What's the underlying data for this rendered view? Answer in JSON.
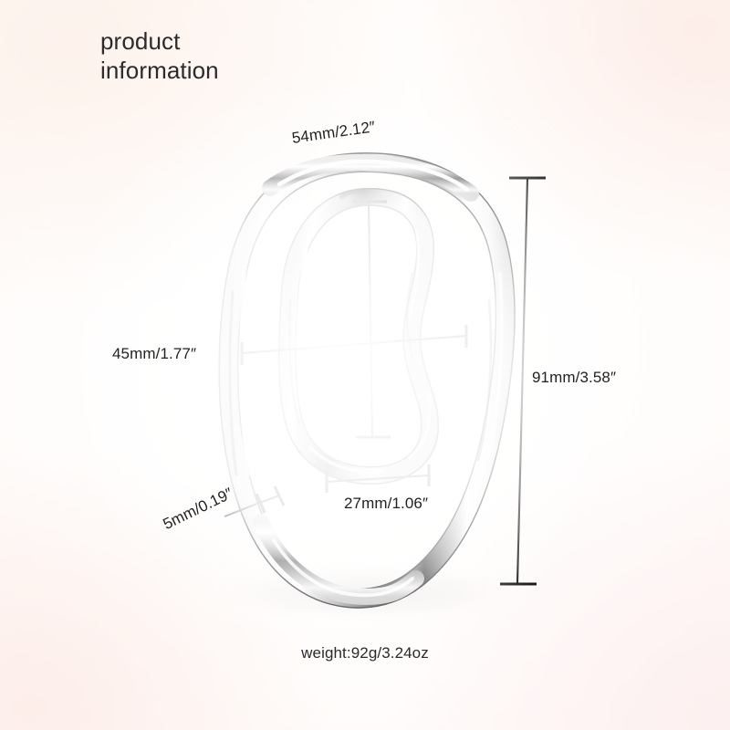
{
  "page": {
    "title_line1": "product",
    "title_line2": "information",
    "title_text": "product\ninformation",
    "background_color": "#fffdfc",
    "corner_tint_color": "#fdf0ec",
    "text_color": "#2a2a2a"
  },
  "product": {
    "type": "metal-ring",
    "finish": "polished stainless steel",
    "highlight_color": "#ffffff",
    "shadow_color": "#1c1c1c",
    "midtone_color": "#9a9a9a"
  },
  "dimensions": {
    "width_top": {
      "label": "54mm/2.12″",
      "mm": 54,
      "inch": 2.12,
      "name": "inner-loop-height"
    },
    "width_across": {
      "label": "45mm/1.77″",
      "mm": 45,
      "inch": 1.77,
      "name": "inner-loop-width"
    },
    "height_overall": {
      "label": "91mm/3.58″",
      "mm": 91,
      "inch": 3.58,
      "name": "overall-height"
    },
    "width_bottom": {
      "label": "27mm/1.06″",
      "mm": 27,
      "inch": 1.06,
      "name": "lower-opening-width"
    },
    "thickness": {
      "label": "5mm/0.19″",
      "mm": 5,
      "inch": 0.19,
      "name": "wire-thickness"
    }
  },
  "weight": {
    "label": "weight:92g/3.24oz",
    "grams": 92,
    "ounces": 3.24
  },
  "chart_data": {
    "type": "table",
    "title": "product information",
    "categories": [
      "54mm/2.12″",
      "45mm/1.77″",
      "91mm/3.58″",
      "27mm/1.06″",
      "5mm/0.19″",
      "weight:92g/3.24oz"
    ],
    "values": [
      54,
      45,
      91,
      27,
      5,
      92
    ]
  }
}
